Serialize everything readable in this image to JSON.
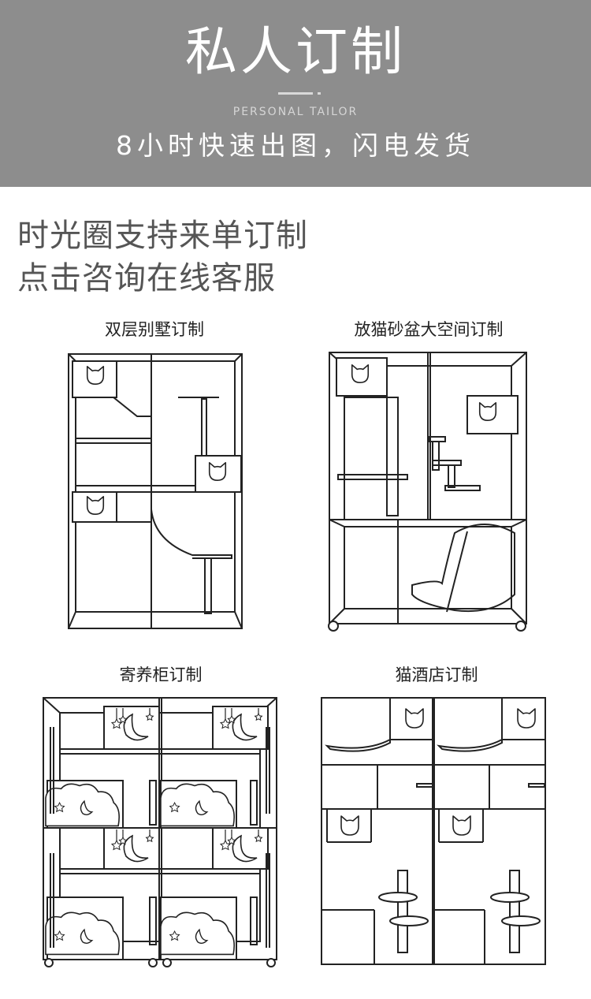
{
  "banner": {
    "title": "私人订制",
    "subtitle": "PERSONAL TAILOR",
    "tagline": "8小时快速出图，闪电发货"
  },
  "intro": {
    "line1": "时光圈支持来单订制",
    "line2": "点击咨询在线客服"
  },
  "products": [
    {
      "caption": "双层别墅订制"
    },
    {
      "caption": "放猫砂盆大空间订制"
    },
    {
      "caption": "寄养柜订制"
    },
    {
      "caption": "猫酒店订制"
    }
  ]
}
